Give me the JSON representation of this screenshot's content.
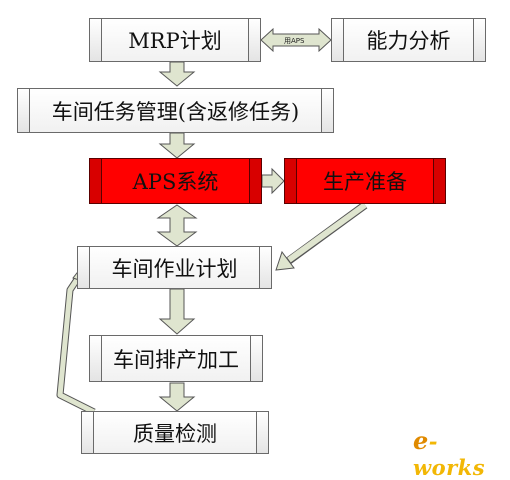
{
  "nodes": {
    "mrp": "MRP计划",
    "capacity": "能力分析",
    "shop_tasks": "车间任务管理(含返修任务)",
    "aps": "APS系统",
    "prod_prep": "生产准备",
    "shop_plan": "车间作业计划",
    "scheduling": "车间排产加工",
    "quality": "质量检测"
  },
  "connector_label": "用APS",
  "watermark": {
    "prefix": "e",
    "suffix": "-works"
  },
  "colors": {
    "box_fill": "#ffffff",
    "highlight_fill": "#ff0000",
    "arrow_fill": "#dfe5cf",
    "arrow_stroke": "#555555",
    "logo": "#f2b705"
  }
}
